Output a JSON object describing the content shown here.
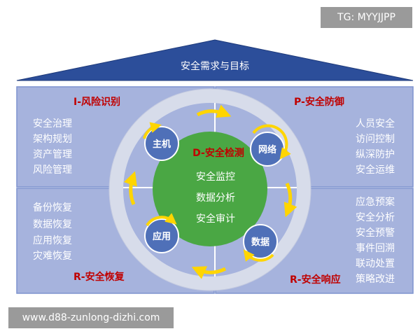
{
  "roof": {
    "title": "安全需求与目标"
  },
  "quadrants": {
    "identify": {
      "title": "I-风险识别",
      "items": [
        "安全治理",
        "架构规划",
        "资产管理",
        "风险管理"
      ]
    },
    "protect": {
      "title": "P-安全防御",
      "items": [
        "人员安全",
        "访问控制",
        "纵深防护",
        "安全运维"
      ]
    },
    "recover": {
      "title": "R-安全恢复",
      "items": [
        "备份恢复",
        "数据恢复",
        "应用恢复",
        "灾难恢复"
      ]
    },
    "respond": {
      "title": "R-安全响应",
      "items": [
        "应急预案",
        "安全分析",
        "安全预警",
        "事件回溯",
        "联动处置",
        "策略改进"
      ]
    }
  },
  "center": {
    "title": "D-安全检测",
    "items": [
      "安全监控",
      "数据分析",
      "安全审计"
    ]
  },
  "ring_nodes": [
    "主机",
    "网络",
    "应用",
    "数据"
  ],
  "watermarks": {
    "top": "TG: MYYJJPP",
    "bottom": "www.d88-zunlong-dizhi.com"
  },
  "colors": {
    "roof": "#2c4e9a",
    "panel": "#a6b3dd",
    "panel_border": "#7f93cf",
    "ring": "#d7dcea",
    "center": "#4aa744",
    "title_red": "#c00000",
    "arrow": "#ffd500",
    "node": "#4f70b8",
    "text_white": "#ffffff"
  }
}
